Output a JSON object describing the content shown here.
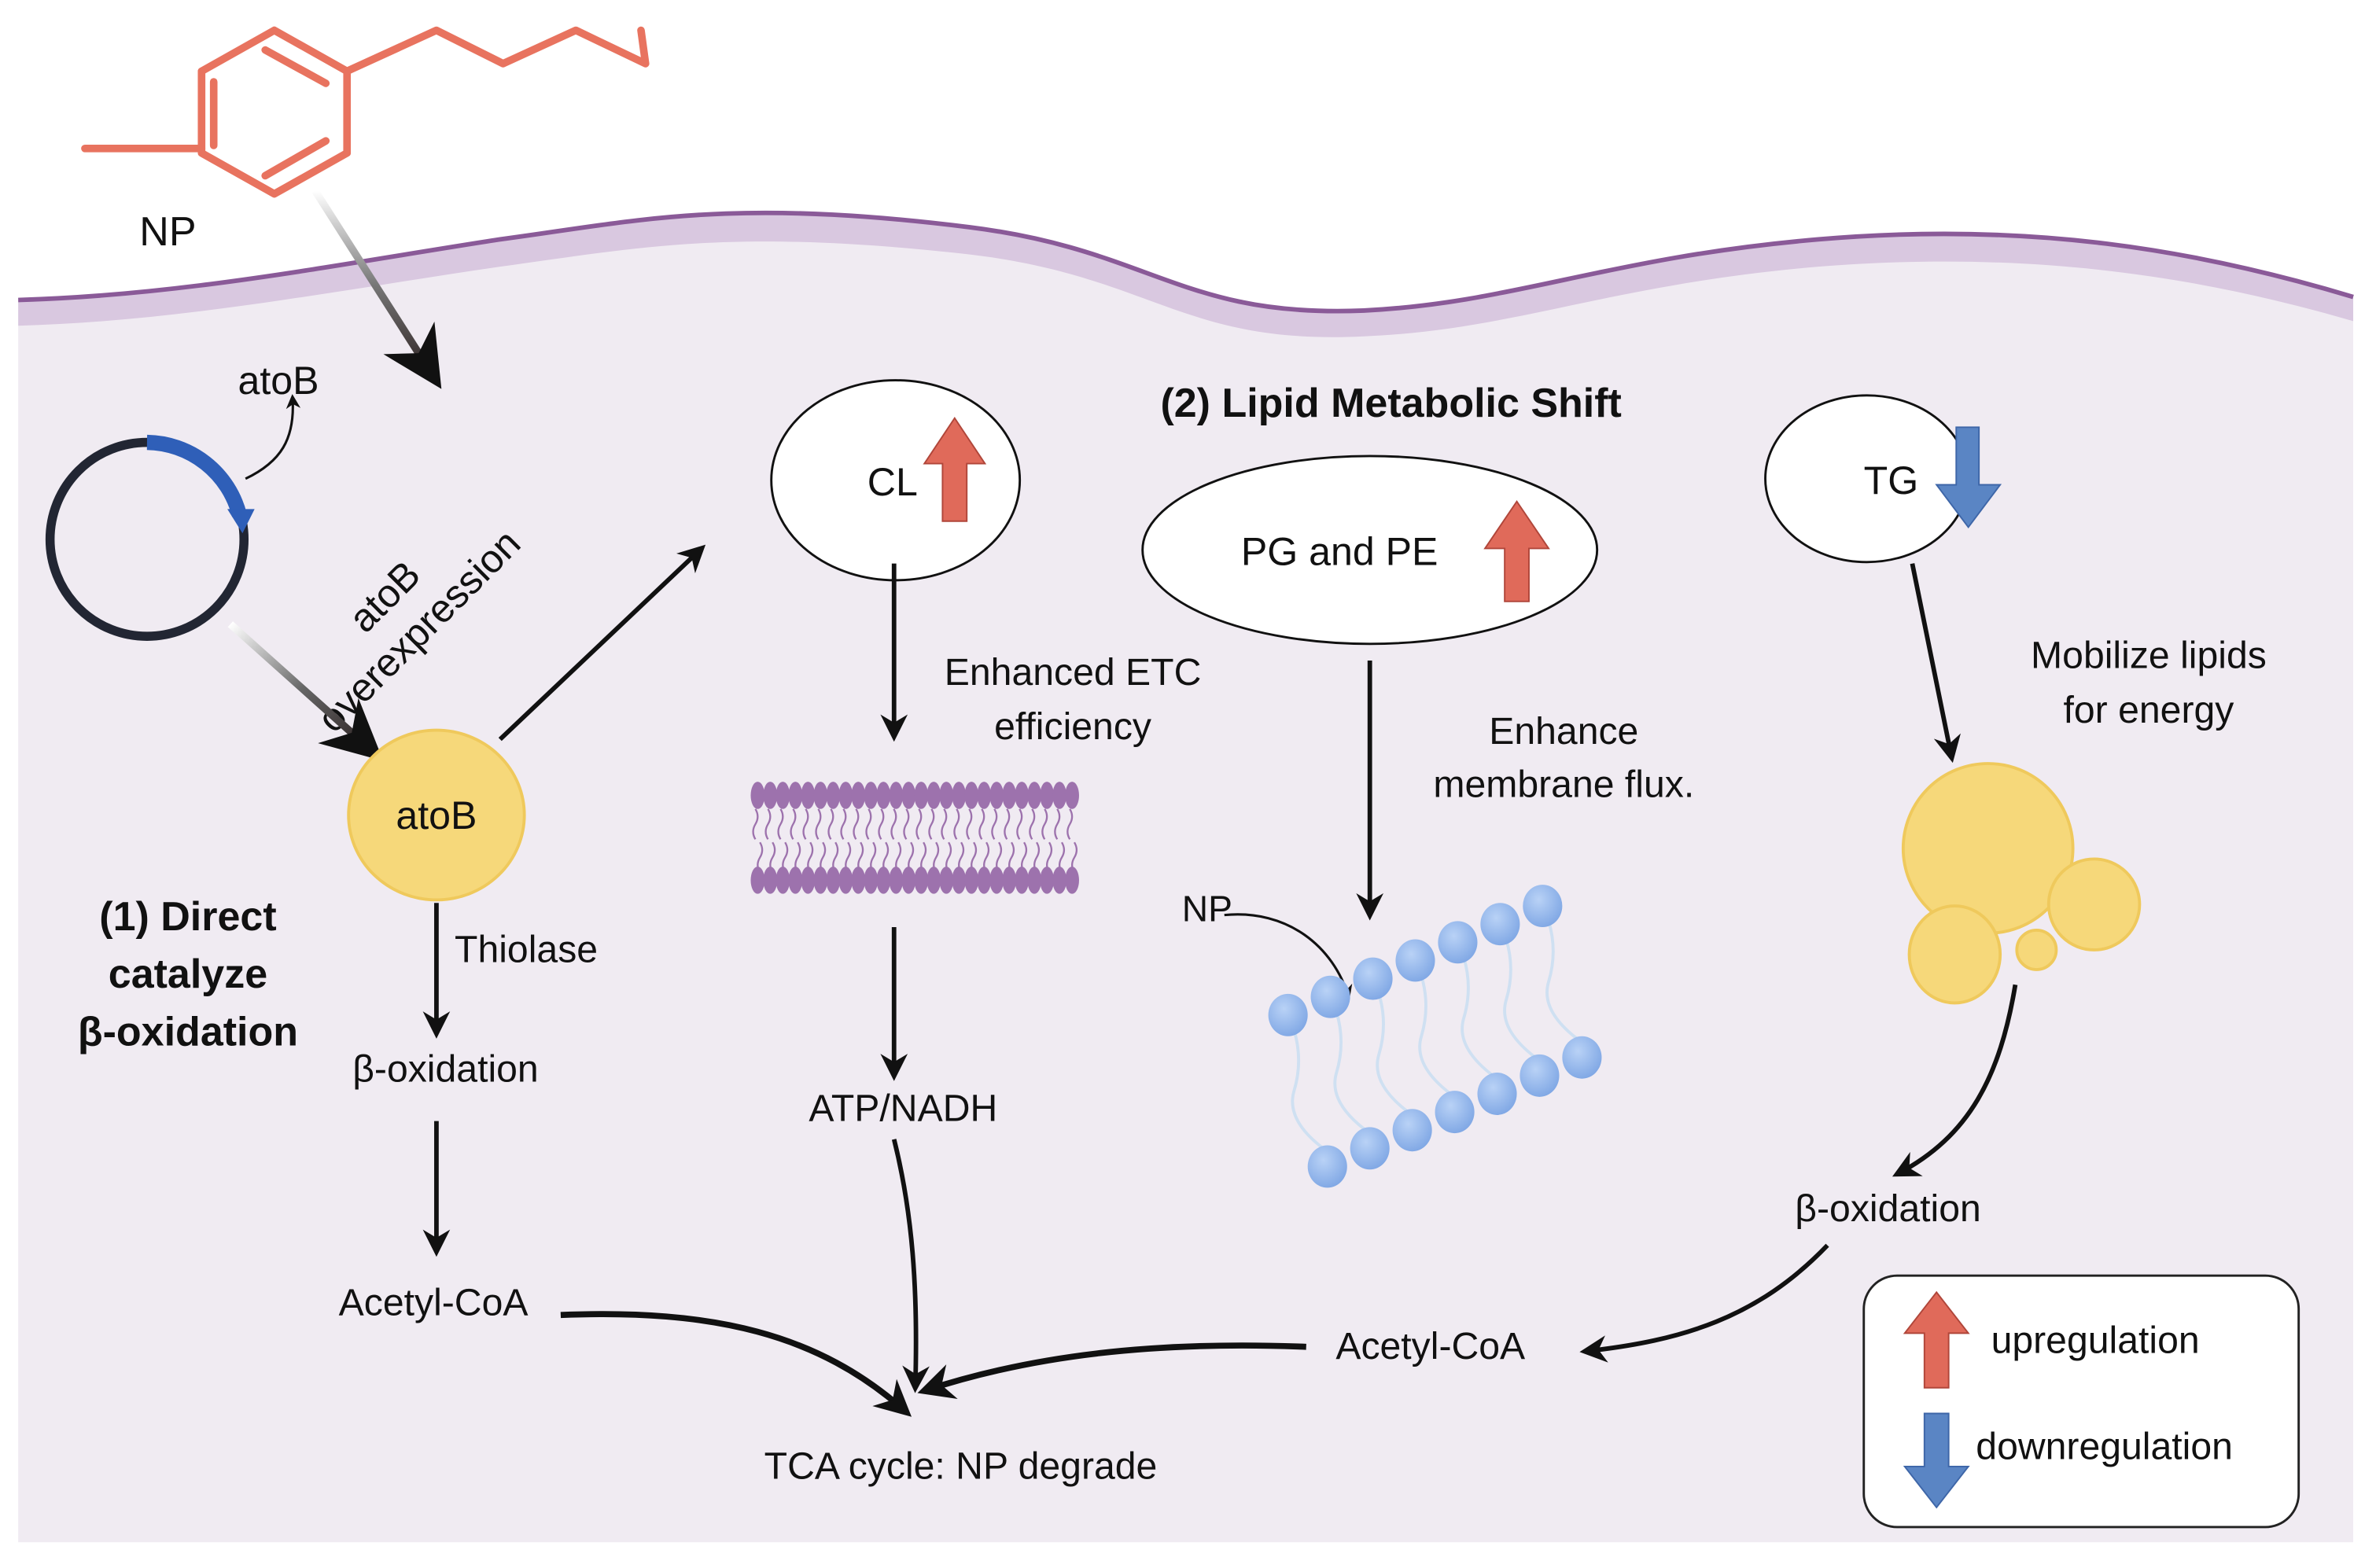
{
  "colors": {
    "background": "#ffffff",
    "cell_fill": "#f0ebf2",
    "membrane_band": "#d9c8e0",
    "membrane_line": "#8a5a98",
    "molecule": "#e8735f",
    "up_arrow": "#e06a5a",
    "down_arrow": "#5a85c4",
    "enzyme": "#f6d87a",
    "plasmid_ring": "#222633",
    "plasmid_gene": "#2f5fb8",
    "bilayer_purple": "#9d72ad",
    "bilayer_blue": "#8fb4ec"
  },
  "labels": {
    "np_molecule": "NP",
    "atob_gene": "atoB",
    "atob_overexpression_line1": "atoB",
    "atob_overexpression_line2": "overexpression",
    "atob_enzyme": "atoB",
    "section1_line1": "(1) Direct",
    "section1_line2": "catalyze",
    "section1_line3": "β-oxidation",
    "thiolase": "Thiolase",
    "beta_oxidation_left": "β-oxidation",
    "acetyl_coa_left": "Acetyl-CoA",
    "section2_title": "(2) Lipid Metabolic Shift",
    "cl": "CL",
    "pg_pe": "PG and PE",
    "tg": "TG",
    "etc_line1": "Enhanced ETC",
    "etc_line2": "efficiency",
    "atp_nadh": "ATP/NADH",
    "flux_line1": "Enhance",
    "flux_line2": "membrane flux.",
    "np_membrane": "NP",
    "mobilize_line1": "Mobilize lipids",
    "mobilize_line2": "for energy",
    "beta_oxidation_right": "β-oxidation",
    "acetyl_coa_right": "Acetyl-CoA",
    "tca": "TCA cycle: NP degrade"
  },
  "legend": {
    "items": [
      {
        "icon": "up-arrow-icon",
        "label": "upregulation"
      },
      {
        "icon": "down-arrow-icon",
        "label": "downregulation"
      }
    ]
  }
}
